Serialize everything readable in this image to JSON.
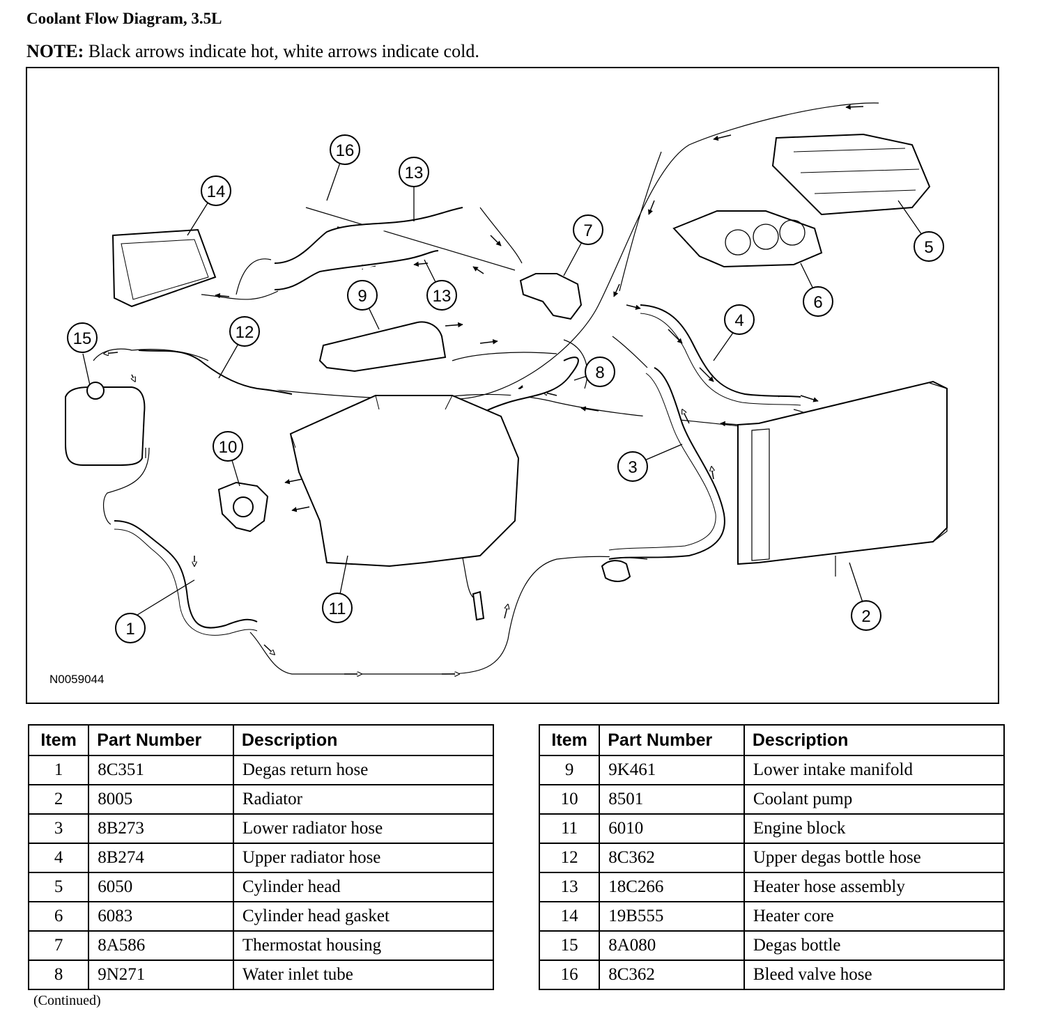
{
  "page": {
    "title": "Coolant Flow Diagram, 3.5L",
    "note_label": "NOTE:",
    "note_text": "Black arrows indicate hot, white arrows indicate cold.",
    "continued": "(Continued)"
  },
  "figure": {
    "drawing_id": "N0059044",
    "callouts": [
      "1",
      "2",
      "3",
      "4",
      "5",
      "6",
      "7",
      "8",
      "9",
      "10",
      "11",
      "12",
      "13",
      "13",
      "14",
      "15",
      "16"
    ]
  },
  "table_headers": {
    "item": "Item",
    "part_number": "Part Number",
    "description": "Description"
  },
  "parts_left": [
    {
      "item": "1",
      "part_number": "8C351",
      "description": "Degas return hose"
    },
    {
      "item": "2",
      "part_number": "8005",
      "description": "Radiator"
    },
    {
      "item": "3",
      "part_number": "8B273",
      "description": "Lower radiator hose"
    },
    {
      "item": "4",
      "part_number": "8B274",
      "description": "Upper radiator hose"
    },
    {
      "item": "5",
      "part_number": "6050",
      "description": "Cylinder head"
    },
    {
      "item": "6",
      "part_number": "6083",
      "description": "Cylinder head gasket"
    },
    {
      "item": "7",
      "part_number": "8A586",
      "description": "Thermostat housing"
    },
    {
      "item": "8",
      "part_number": "9N271",
      "description": "Water inlet tube"
    }
  ],
  "parts_right": [
    {
      "item": "9",
      "part_number": "9K461",
      "description": "Lower intake manifold"
    },
    {
      "item": "10",
      "part_number": "8501",
      "description": "Coolant pump"
    },
    {
      "item": "11",
      "part_number": "6010",
      "description": "Engine block"
    },
    {
      "item": "12",
      "part_number": "8C362",
      "description": "Upper degas bottle hose"
    },
    {
      "item": "13",
      "part_number": "18C266",
      "description": "Heater hose assembly"
    },
    {
      "item": "14",
      "part_number": "19B555",
      "description": "Heater core"
    },
    {
      "item": "15",
      "part_number": "8A080",
      "description": "Degas bottle"
    },
    {
      "item": "16",
      "part_number": "8C362",
      "description": "Bleed valve hose"
    }
  ]
}
